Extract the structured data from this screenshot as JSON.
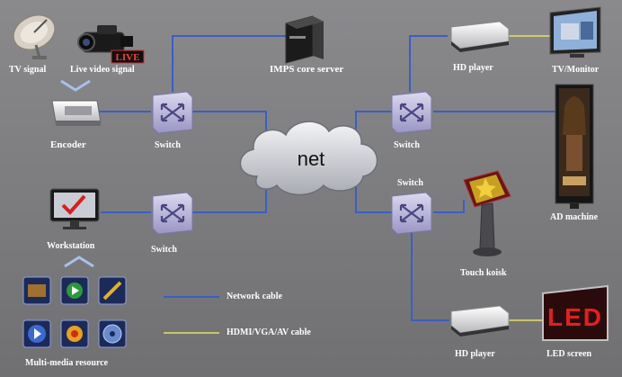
{
  "labels": {
    "tv_signal": "TV signal",
    "live_video": "Live video signal",
    "live_badge": "LIVE",
    "imps_server": "IMPS core server",
    "encoder": "Encoder",
    "switch_1": "Switch",
    "switch_2": "Switch",
    "switch_3": "Switch",
    "switch_4": "Switch",
    "net": "net",
    "hd_player_top": "HD player",
    "tv_monitor": "TV/Monitor",
    "ad_machine": "AD machine",
    "touch_kiosk": "Touch koisk",
    "hd_player_bottom": "HD player",
    "led_screen": "LED screen",
    "led_text": "LED",
    "workstation": "Workstation",
    "multimedia": "Multi-media resource"
  },
  "legend": {
    "network_cable": "Network cable",
    "hdmi_cable": "HDMI/VGA/AV cable"
  },
  "colors": {
    "network_line": "#3a5ec4",
    "hdmi_line": "#e8e060",
    "background": "#7d7d80"
  }
}
